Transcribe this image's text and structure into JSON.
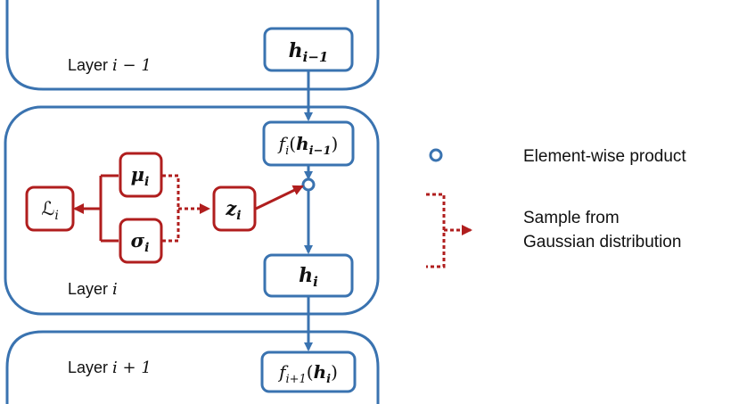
{
  "colors": {
    "blue": "#3a73b0",
    "red": "#b01e1e",
    "text": "#111111"
  },
  "layers": {
    "prev": {
      "word": "Layer",
      "expr": "i − 1"
    },
    "curr": {
      "word": "Layer",
      "expr": "i"
    },
    "next": {
      "word": "Layer",
      "expr": "i + 1"
    }
  },
  "nodes": {
    "h_prev": {
      "base": "h",
      "sub": "i−1"
    },
    "f_i": {
      "fn": "f",
      "fn_sub": "i",
      "open": "(",
      "arg": "h",
      "arg_sub": "i−1",
      "close": ")"
    },
    "h_i": {
      "base": "h",
      "sub": "i"
    },
    "f_next": {
      "fn": "f",
      "fn_sub": "i+1",
      "open": "(",
      "arg": "h",
      "arg_sub": "i",
      "close": ")"
    },
    "mu": {
      "base": "μ",
      "sub": "i"
    },
    "sigma": {
      "base": "σ",
      "sub": "i"
    },
    "z": {
      "base": "z",
      "sub": "i"
    },
    "loss": {
      "base": "ℒ",
      "sub": "i"
    }
  },
  "legend": {
    "product": "Element-wise product",
    "sample_line1": "Sample from",
    "sample_line2": "Gaussian distribution"
  }
}
